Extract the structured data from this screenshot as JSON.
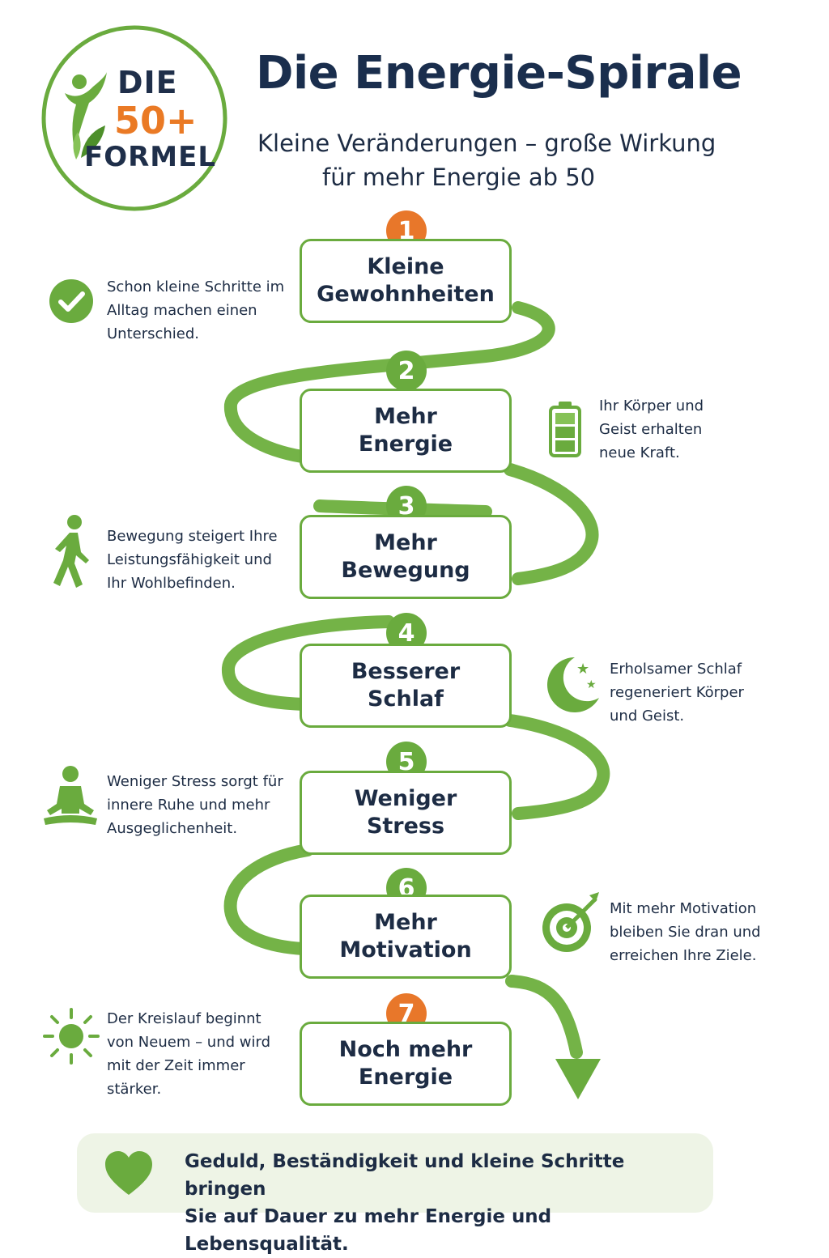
{
  "logo": {
    "line1": "DIE",
    "line2": "50+",
    "line3": "FORMEL"
  },
  "title": "Die Energie-Spirale",
  "subtitle": {
    "line1": "Kleine Veränderungen – große Wirkung",
    "line2": "für mehr Energie ab 50"
  },
  "steps": [
    {
      "number": "1",
      "line1": "Kleine",
      "line2": "Gewohnheiten"
    },
    {
      "number": "2",
      "line1": "Mehr",
      "line2": "Energie"
    },
    {
      "number": "3",
      "line1": "Mehr",
      "line2": "Bewegung"
    },
    {
      "number": "4",
      "line1": "Besserer",
      "line2": "Schlaf"
    },
    {
      "number": "5",
      "line1": "Weniger",
      "line2": "Stress"
    },
    {
      "number": "6",
      "line1": "Mehr",
      "line2": "Motivation"
    },
    {
      "number": "7",
      "line1": "Noch mehr",
      "line2": "Energie"
    }
  ],
  "notes": [
    {
      "icon": "check-circle-icon",
      "text": "Schon kleine Schritte im Alltag machen einen Unterschied."
    },
    {
      "icon": "battery-icon",
      "text": "Ihr Körper und Geist erhalten neue Kraft."
    },
    {
      "icon": "walking-person-icon",
      "text": "Bewegung steigert Ihre Leistungsfähigkeit und Ihr Wohlbefinden."
    },
    {
      "icon": "moon-stars-icon",
      "text": "Erholsamer Schlaf regeneriert Körper und Geist."
    },
    {
      "icon": "meditation-icon",
      "text": "Weniger Stress sorgt für innere Ruhe und mehr Ausgeglichenheit."
    },
    {
      "icon": "target-icon",
      "text": "Mit mehr Motivation bleiben Sie dran und erreichen Ihre Ziele."
    },
    {
      "icon": "sun-icon",
      "text": "Der Kreislauf beginnt von Neuem – und wird mit der Zeit immer stärker."
    }
  ],
  "footer": {
    "icon": "heart-icon",
    "line1": "Geduld, Beständigkeit und kleine Schritte bringen",
    "line2": "Sie auf Dauer zu mehr Energie und Lebensqualität."
  },
  "colors": {
    "green": "#6aab3e",
    "orange": "#e8772a",
    "navy": "#1a2e4d",
    "footer_bg": "#eef4e6"
  }
}
